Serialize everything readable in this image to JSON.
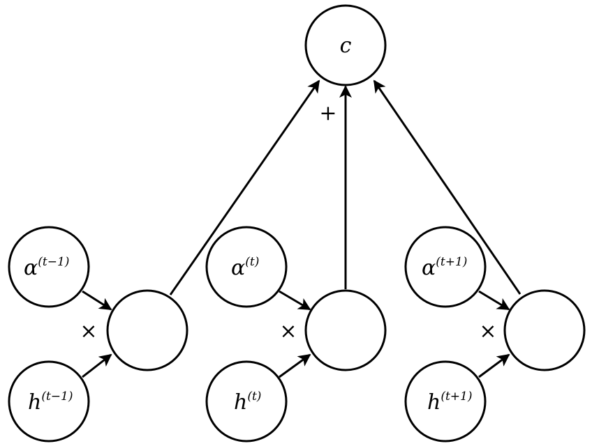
{
  "diagram": {
    "output": {
      "symbol": "c"
    },
    "sum_operator": "+",
    "steps": [
      {
        "alpha": "α",
        "alpha_sup": "(t−1)",
        "h": "h",
        "h_sup": "(t−1)",
        "operator": "×"
      },
      {
        "alpha": "α",
        "alpha_sup": "(t)",
        "h": "h",
        "h_sup": "(t)",
        "operator": "×"
      },
      {
        "alpha": "α",
        "alpha_sup": "(t+1)",
        "h": "h",
        "h_sup": "(t+1)",
        "operator": "×"
      }
    ]
  }
}
